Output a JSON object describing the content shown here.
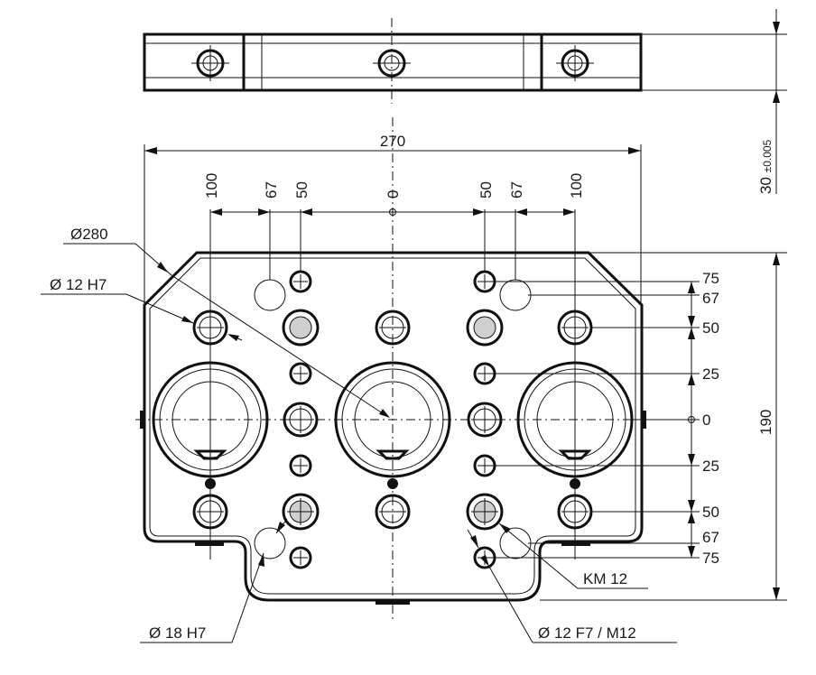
{
  "top_view": {
    "thickness_nominal": "30",
    "thickness_tolerance": "±0.005"
  },
  "plan_view": {
    "overall_width": "270",
    "overall_height": "190"
  },
  "x_positions": [
    "100",
    "67",
    "50",
    "0",
    "50",
    "67",
    "100"
  ],
  "y_positions": [
    "75",
    "67",
    "50",
    "25",
    "0",
    "25",
    "50",
    "67",
    "75"
  ],
  "callouts": {
    "diameter_280": "Ø280",
    "bore_12_h7": "Ø 12 H7",
    "bore_18_h7": "Ø 18 H7",
    "bore_12_f7_m12": "Ø 12 F7 / M12",
    "km_12": "KM 12"
  },
  "colors": {
    "line": "#111111",
    "fill_gray": "#cfcfcf"
  }
}
